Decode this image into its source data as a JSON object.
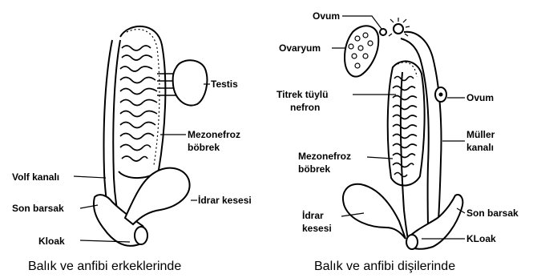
{
  "male": {
    "labels": {
      "testis": "Testis",
      "mesonephros_1": "Mezonefroz",
      "mesonephros_2": "böbrek",
      "wolf": "Volf kanalı",
      "rectum": "Son barsak",
      "bladder": "İdrar kesesi",
      "cloaca": "Kloak"
    },
    "caption": "Balık ve anfibi erkeklerinde"
  },
  "female": {
    "labels": {
      "ovum_top": "Ovum",
      "ovary": "Ovaryum",
      "nephron_1": "Titrek tüylü",
      "nephron_2": "nefron",
      "mesonephros_1": "Mezonefroz",
      "mesonephros_2": "böbrek",
      "bladder_1": "İdrar",
      "bladder_2": "kesesi",
      "ovum_right": "Ovum",
      "muller_1": "Müller",
      "muller_2": "kanalı",
      "rectum": "Son barsak",
      "cloaca": "KLoak"
    },
    "caption": "Balık ve anfibi dişilerinde"
  }
}
